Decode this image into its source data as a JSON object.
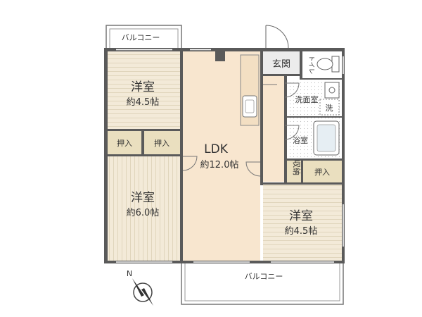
{
  "colors": {
    "wall": "#5a5a5a",
    "wood_floor": "#f3ead8",
    "ldk_floor": "#f8e6cf",
    "tatami": "#eadfbf",
    "wet_area": "#ffffff",
    "balcony_line": "#777777",
    "text": "#333333"
  },
  "rooms": {
    "western_nw": {
      "name": "洋室",
      "size": "約4.5帖"
    },
    "western_sw": {
      "name": "洋室",
      "size": "約6.0帖"
    },
    "ldk": {
      "name": "LDK",
      "size": "約12.0帖"
    },
    "western_se": {
      "name": "洋室",
      "size": "約4.5帖"
    },
    "closet_1": {
      "name": "押入"
    },
    "closet_2": {
      "name": "押入"
    },
    "closet_3": {
      "name": "押入"
    },
    "storage": {
      "name": "収納"
    },
    "entrance": {
      "name": "玄関"
    },
    "toilet": {
      "name": "トイレ"
    },
    "washroom": {
      "name": "洗面室"
    },
    "laundry": {
      "name": "洗"
    },
    "bathroom": {
      "name": "浴室"
    }
  },
  "balconies": {
    "top": "バルコニー",
    "bottom": "バルコニー"
  },
  "compass": {
    "north_label": "N",
    "icon": "compass-north-arrow"
  }
}
